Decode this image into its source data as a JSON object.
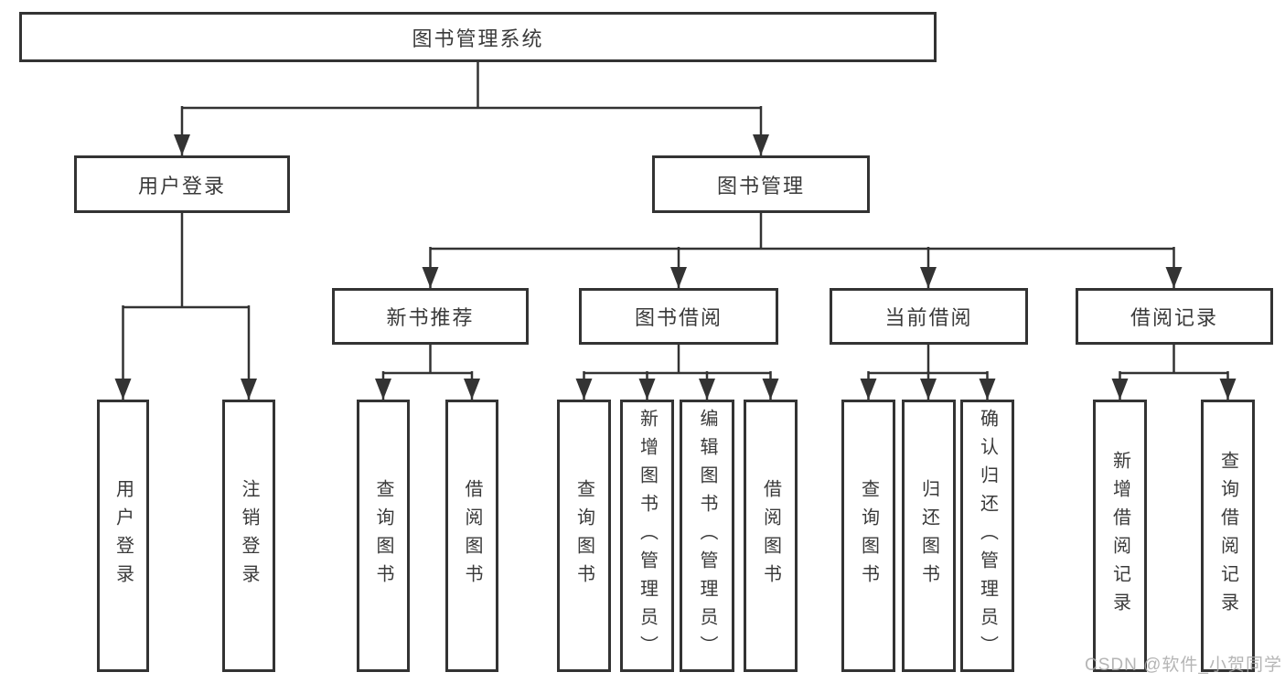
{
  "diagram": {
    "title": "图书管理系统",
    "nodes": {
      "root": "图书管理系统",
      "login": "用户登录",
      "mgmt": "图书管理",
      "recommend": "新书推荐",
      "borrow": "图书借阅",
      "current": "当前借阅",
      "records": "借阅记录"
    },
    "leaves": {
      "login_user": "用户登录",
      "login_logout": "注销登录",
      "rec_query": "查询图书",
      "rec_borrow": "借阅图书",
      "bor_query": "查询图书",
      "bor_add": "新增图书（管理员）",
      "bor_edit": "编辑图书（管理员）",
      "bor_borrow": "借阅图书",
      "cur_query": "查询图书",
      "cur_return": "归还图书",
      "cur_confirm": "确认归还（管理员）",
      "recd_add": "新增借阅记录",
      "recd_query": "查询借阅记录"
    },
    "colors": {
      "line": "#333333",
      "border": "#333333",
      "text": "#3a3a3a",
      "watermark": "#a8a8a8",
      "background": "#ffffff"
    }
  },
  "watermark": "CSDN @软件_小贺同学"
}
